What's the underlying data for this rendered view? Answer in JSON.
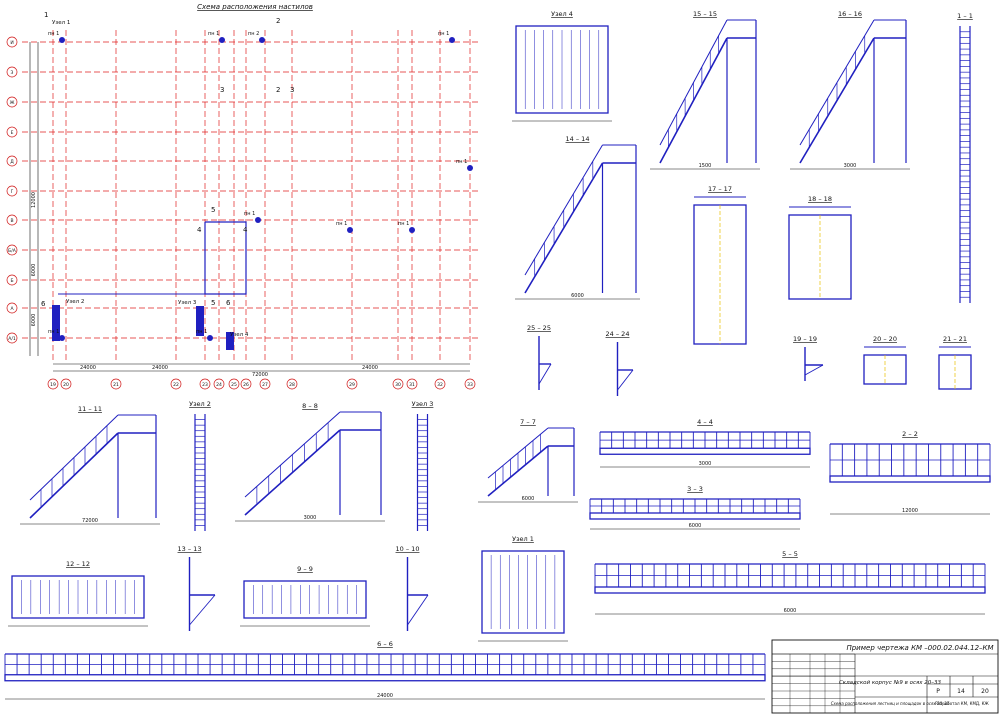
{
  "plan": {
    "title": "Схема расположения настилов",
    "row_axes": [
      "И",
      "З",
      "Ж",
      "Е",
      "Д",
      "Г",
      "В",
      "Б/А",
      "Б",
      "А",
      "А/1"
    ],
    "col_axes": [
      "19",
      "20",
      "21",
      "22",
      "23",
      "24",
      "25",
      "26",
      "27",
      "28",
      "29",
      "30",
      "31",
      "32",
      "33"
    ],
    "overall_dims": [
      "24000",
      "24000",
      "72000",
      "24000"
    ],
    "mark_labels": [
      "пн 1",
      "пн 2",
      "пн 1",
      "пн 1",
      "пн 1",
      "пн 1",
      "пн 1",
      "пн 1",
      "пн 1",
      "пн 1"
    ],
    "view_labels": [
      "Узел 1",
      "Узел 2",
      "Узел 3",
      "Узел 4"
    ],
    "cut_numbers": [
      "1",
      "2",
      "3",
      "4",
      "5",
      "6"
    ]
  },
  "sections": [
    "Узел 4",
    "15 – 15",
    "16 – 16",
    "1 – 1",
    "14 – 14",
    "17 – 17",
    "18 – 18",
    "25 – 25",
    "24 – 24",
    "19 – 19",
    "20 – 20",
    "21 – 21",
    "11 – 11",
    "Узел 2",
    "8 – 8",
    "Узел 3",
    "7 – 7",
    "4 – 4",
    "2 – 2",
    "3 – 3",
    "12 – 12",
    "13 – 13",
    "9 – 9",
    "10 – 10",
    "Узел 1",
    "5 – 5",
    "6 – 6"
  ],
  "sample_dims": [
    "12000",
    "6000",
    "24000",
    "72000",
    "1500",
    "3000"
  ],
  "title_block": {
    "header": "Пример чертежа КМ –000.02.044.12–КМ",
    "description": "Складской корпус №9 в осях 20–33",
    "drawing_name": "Схема расположения лестниц и площадок в осях 20–33",
    "stage": "Р",
    "sheet": "14",
    "sheets": "20",
    "org": "Разработал КМ, КМД, КЖ"
  }
}
